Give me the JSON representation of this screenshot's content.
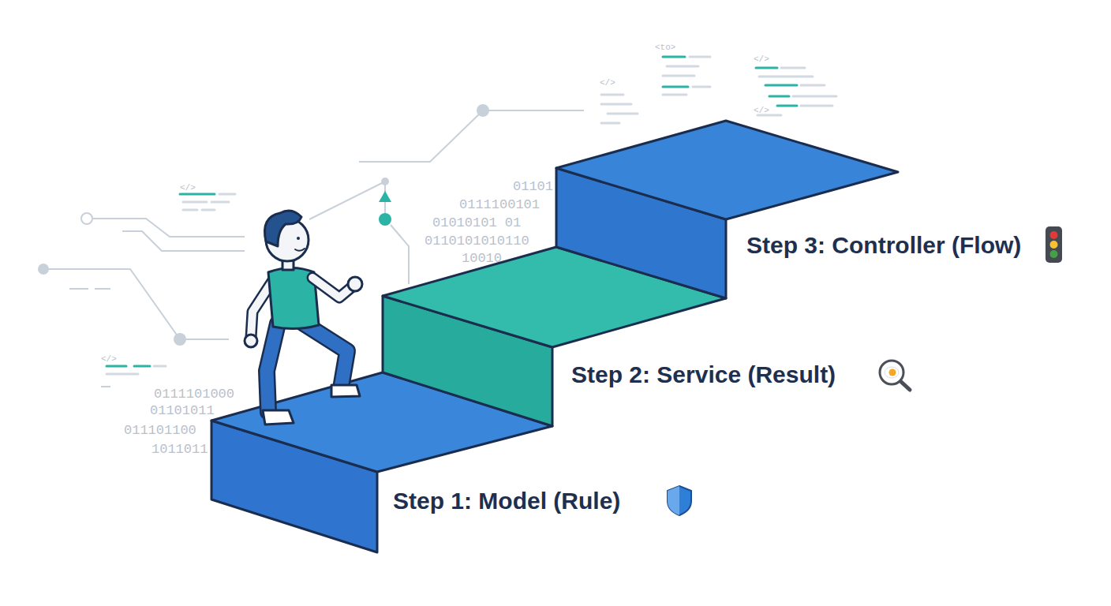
{
  "diagram": {
    "nodes": [
      {
        "text": [
          "Step 1: Model (Rule)"
        ]
      },
      {
        "text": [
          "Step 2: Service (Result)"
        ]
      },
      {
        "text": [
          "Step 3: Controller (Flow)"
        ]
      }
    ],
    "labels": [
      "</>",
      "</>",
      "</>",
      "<to>",
      "</>",
      "</>",
      "01101",
      "0111100101",
      "01010101 01",
      "0110101010110",
      "10010",
      "0111101000",
      "01101011",
      "011101100",
      "1011011"
    ]
  }
}
